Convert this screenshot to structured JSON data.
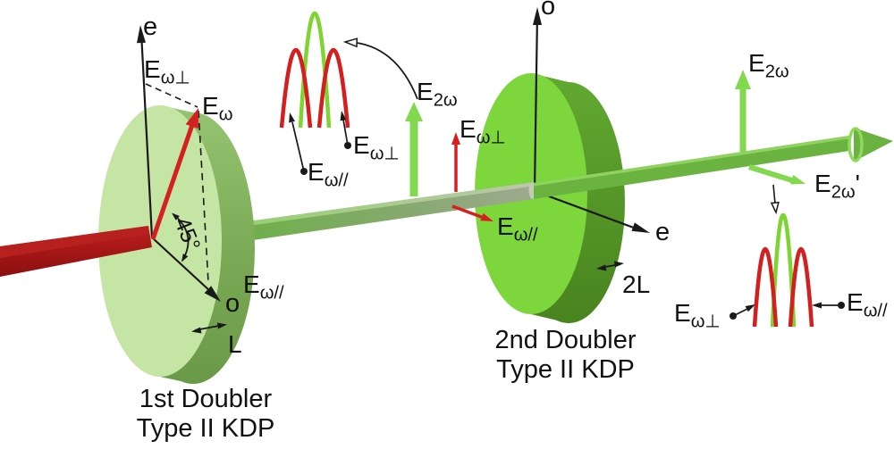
{
  "diagram": {
    "crystal1": {
      "line1": "1st Doubler",
      "line2": "Type II KDP",
      "thickness_label": "L",
      "axis_up": "e",
      "axis_down": "o",
      "angle": "45°"
    },
    "crystal2": {
      "line1": "2nd Doubler",
      "line2": "Type II KDP",
      "thickness_label": "2L",
      "axis_up": "o",
      "axis_down": "e"
    },
    "fields": {
      "E_omega": {
        "main": "E",
        "sub": "ω"
      },
      "E_omega_perp": {
        "main": "E",
        "sub": "ω⊥"
      },
      "E_omega_par": {
        "main": "E",
        "sub": "ω//"
      },
      "E_2omega": {
        "main": "E",
        "sub": "2ω"
      },
      "E_2omega_prime": {
        "main": "E",
        "sub": "2ω",
        "suffix": "'"
      }
    },
    "colors": {
      "fundamental_red": "#d62020",
      "input_beam_red": "#9c1515",
      "second_harmonic_green": "#7ed431",
      "bright_arrow_green": "#82d94d",
      "beam_rod_green": "#6bb340",
      "beam_rod_depleted": "#9ea990",
      "crystal1_face": "#c5e5a5",
      "crystal1_rim": "#7cab57",
      "crystal2_face": "#7dd63c",
      "crystal2_rim": "#4f8a25",
      "axis_black": "#1a1a1a"
    }
  }
}
